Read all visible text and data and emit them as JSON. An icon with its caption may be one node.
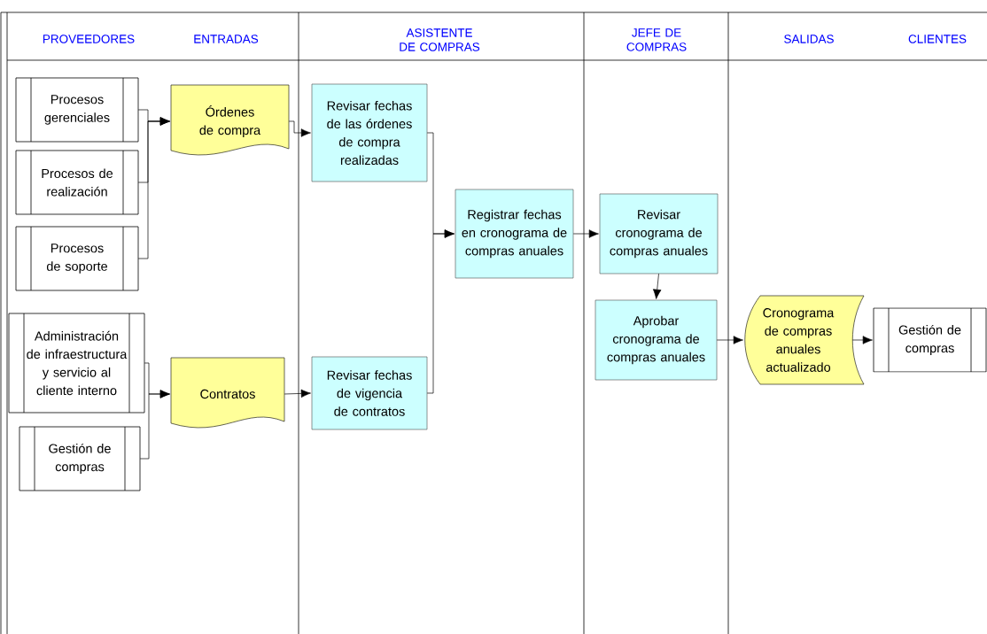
{
  "diagram": {
    "nodes": [
      {
        "text": [
          "Procesos gerenciales"
        ]
      },
      {
        "text": [
          "Procesos de realización"
        ]
      },
      {
        "text": [
          "Procesos de soporte"
        ]
      },
      {
        "text": [
          "Administración de infraestructura y servicio al cliente interno"
        ]
      },
      {
        "text": [
          "Gestión de compras"
        ]
      },
      {
        "text": [
          "Órdenes de compra"
        ]
      },
      {
        "text": [
          "Contratos"
        ]
      },
      {
        "text": [
          "Revisar fechas de las órdenes de compra realizadas"
        ]
      },
      {
        "text": [
          "Revisar fechas de vigencia de contratos"
        ]
      },
      {
        "text": [
          "Registrar fechas en cronograma de compras anuales"
        ]
      },
      {
        "text": [
          "Revisar cronograma de compras anuales"
        ]
      },
      {
        "text": [
          "Aprobar cronograma de compras anuales"
        ]
      },
      {
        "text": [
          "Cronograma de compras anuales actualizado"
        ]
      },
      {
        "text": [
          "Gestión de compras"
        ]
      }
    ],
    "edges": [
      {
        "from": 0,
        "to": 5,
        "arrow": "to"
      },
      {
        "from": 1,
        "to": 5,
        "arrow": "to"
      },
      {
        "from": 2,
        "to": 5,
        "arrow": "to"
      },
      {
        "from": 3,
        "to": 6,
        "arrow": "to"
      },
      {
        "from": 4,
        "to": 6,
        "arrow": "to"
      },
      {
        "from": 5,
        "to": 7,
        "arrow": "to"
      },
      {
        "from": 6,
        "to": 8,
        "arrow": "to"
      },
      {
        "from": 7,
        "to": 9,
        "arrow": "to"
      },
      {
        "from": 8,
        "to": 9,
        "arrow": "to"
      },
      {
        "from": 9,
        "to": 10,
        "arrow": "to"
      },
      {
        "from": 10,
        "to": 11,
        "arrow": "to"
      },
      {
        "from": 11,
        "to": 12,
        "arrow": "to"
      },
      {
        "from": 12,
        "to": 13,
        "arrow": "to"
      }
    ],
    "labels": [
      "PROVEEDORES",
      "ENTRADAS",
      "ASISTENTE DE COMPRAS",
      "JEFE DE COMPRAS",
      "SALIDAS",
      "CLIENTES"
    ]
  }
}
